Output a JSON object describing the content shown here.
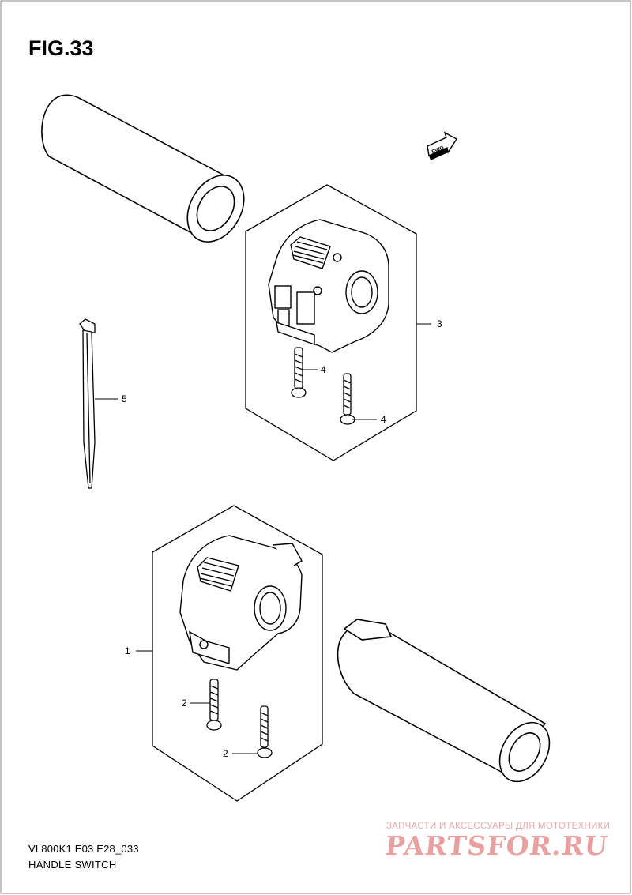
{
  "figure": {
    "title": "FIG.33",
    "model_code": "VL800K1 E03 E28_033",
    "part_group": "HANDLE SWITCH"
  },
  "callouts": [
    {
      "ref": "1",
      "name": "switch-assy-left"
    },
    {
      "ref": "2",
      "name": "screw-lower-a"
    },
    {
      "ref": "2",
      "name": "screw-lower-b"
    },
    {
      "ref": "3",
      "name": "switch-assy-right"
    },
    {
      "ref": "4",
      "name": "screw-upper-a"
    },
    {
      "ref": "4",
      "name": "screw-upper-b"
    },
    {
      "ref": "5",
      "name": "cable-tie"
    }
  ],
  "direction_marker": "FWD",
  "watermark": {
    "tagline": "ЗАПЧАСТИ И АКСЕССУАРЫ ДЛЯ МОТОТЕХНИКИ",
    "brand": "PARTSFOR.RU"
  }
}
